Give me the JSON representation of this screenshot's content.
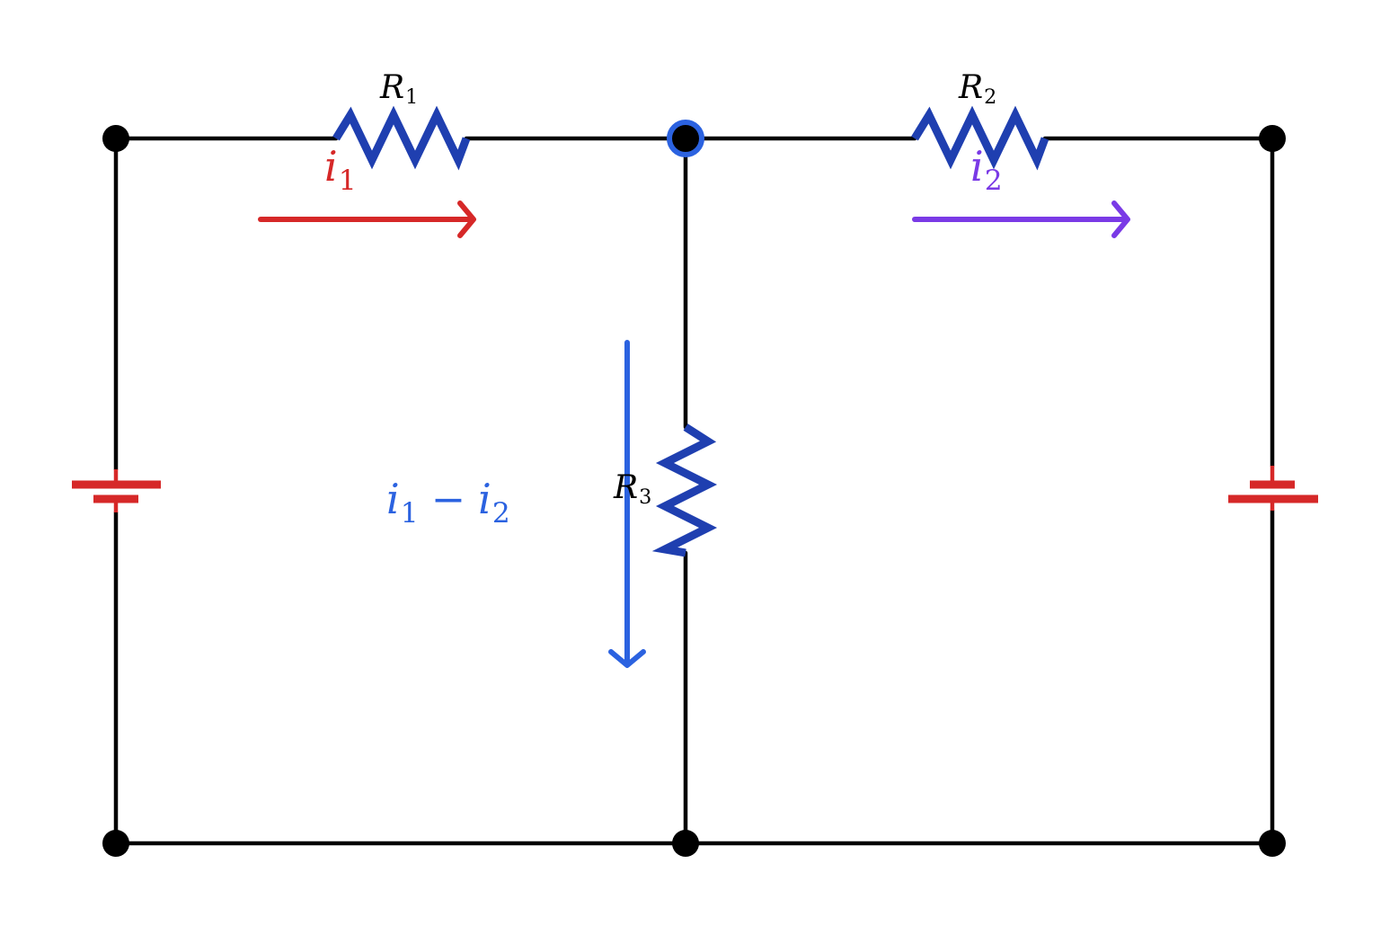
{
  "colors": {
    "wire": "#000000",
    "resistor": "#1f3fb0",
    "battery": "#d62828",
    "i1": "#d62828",
    "i2": "#7a3ae6",
    "branch": "#2b62e0",
    "junction_ring": "#2b62e0",
    "node": "#000000"
  },
  "labels": {
    "r1": {
      "sym": "R",
      "sub": "1"
    },
    "r2": {
      "sym": "R",
      "sub": "2"
    },
    "r3": {
      "sym": "R",
      "sub": "3"
    },
    "i1": {
      "sym": "i",
      "sub": "1"
    },
    "i2": {
      "sym": "i",
      "sub": "2"
    },
    "branch": {
      "a_sym": "i",
      "a_sub": "1",
      "op": "−",
      "b_sym": "i",
      "b_sub": "2"
    }
  },
  "icons": {
    "resistor": "zigzag-resistor-icon",
    "battery": "battery-cell-icon",
    "current_arrow": "arrow-right-icon",
    "branch_arrow": "arrow-down-icon",
    "node": "filled-circle-icon"
  }
}
